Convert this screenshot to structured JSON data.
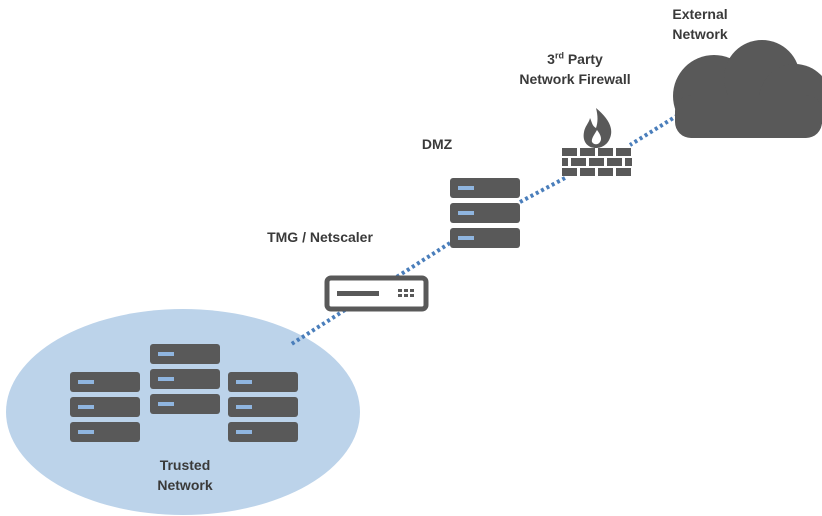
{
  "labels": {
    "external_network": [
      "External",
      "Network"
    ],
    "firewall": {
      "prefix": "3",
      "superscript": "rd",
      "line1_rest": " Party",
      "line2": "Network Firewall"
    },
    "dmz": "DMZ",
    "tmg": "TMG / Netscaler",
    "trusted_network": [
      "Trusted",
      "Network"
    ]
  },
  "colors": {
    "device": "#595959",
    "device_stripe": "#8fb5df",
    "cloud": "#595959",
    "firewall": "#595959",
    "trusted_zone": "#bcd3ea",
    "link": "#4a7ebb",
    "label_text": "#3a3a3a",
    "appliance_border": "#595959",
    "appliance_fill": "#ffffff"
  },
  "icons": {
    "cloud": "cloud-icon",
    "firewall": "firewall-icon",
    "dmz_server": "server-stack-icon",
    "tmg": "network-appliance-icon",
    "trusted_servers": "server-stack-icon"
  }
}
